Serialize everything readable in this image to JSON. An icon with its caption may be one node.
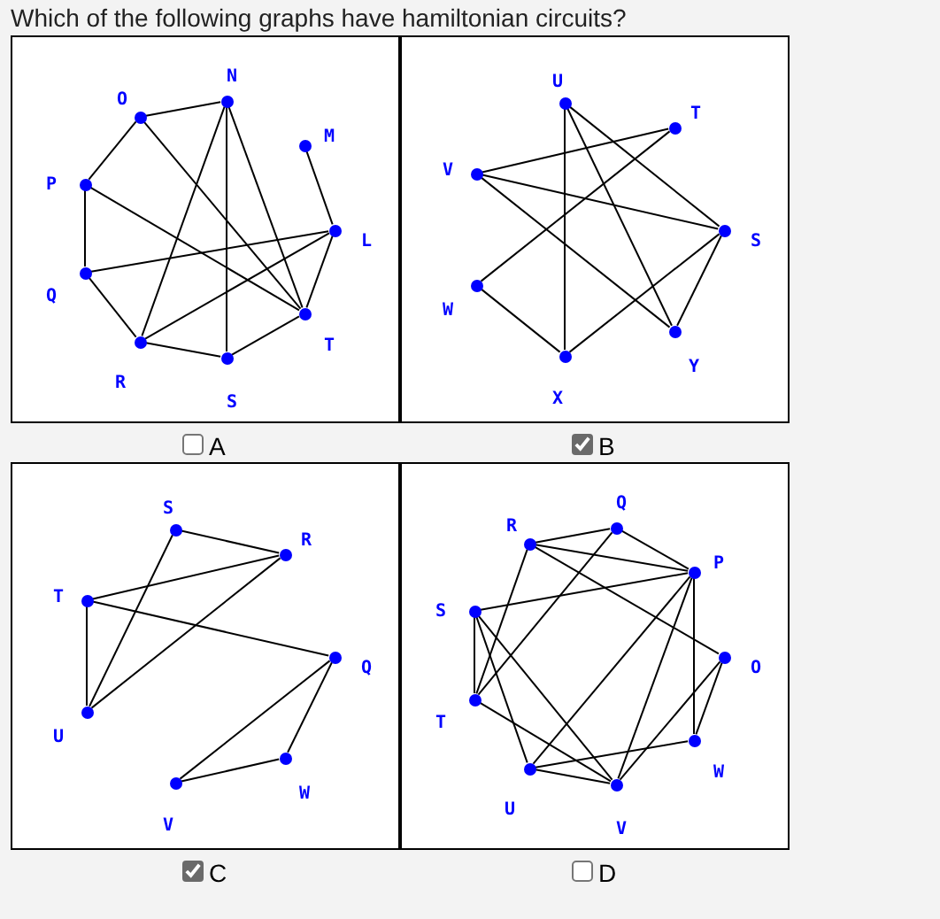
{
  "diagram": {
    "title": "Which of the following graphs have hamiltonian circuits?",
    "nodes": [
      {
        "text": [],
        "shape": "box",
        "beside": [
          "A"
        ]
      },
      {
        "text": [],
        "shape": "circle",
        "beside": [
          "N"
        ],
        "in": 0
      },
      {
        "text": [],
        "shape": "circle",
        "beside": [
          "O"
        ],
        "in": 0
      },
      {
        "text": [],
        "shape": "circle",
        "beside": [
          "M"
        ],
        "in": 0
      },
      {
        "text": [],
        "shape": "circle",
        "beside": [
          "P"
        ],
        "in": 0
      },
      {
        "text": [],
        "shape": "circle",
        "beside": [
          "L"
        ],
        "in": 0
      },
      {
        "text": [],
        "shape": "circle",
        "beside": [
          "Q"
        ],
        "in": 0
      },
      {
        "text": [],
        "shape": "circle",
        "beside": [
          "T"
        ],
        "in": 0
      },
      {
        "text": [],
        "shape": "circle",
        "beside": [
          "R"
        ],
        "in": 0
      },
      {
        "text": [],
        "shape": "circle",
        "beside": [
          "S"
        ],
        "in": 0
      },
      {
        "text": [],
        "shape": "box",
        "beside": [
          "B"
        ]
      },
      {
        "text": [],
        "shape": "circle",
        "beside": [
          "U"
        ],
        "in": 10
      },
      {
        "text": [],
        "shape": "circle",
        "beside": [
          "T"
        ],
        "in": 10
      },
      {
        "text": [],
        "shape": "circle",
        "beside": [
          "V"
        ],
        "in": 10
      },
      {
        "text": [],
        "shape": "circle",
        "beside": [
          "S"
        ],
        "in": 10
      },
      {
        "text": [],
        "shape": "circle",
        "beside": [
          "W"
        ],
        "in": 10
      },
      {
        "text": [],
        "shape": "circle",
        "beside": [
          "Y"
        ],
        "in": 10
      },
      {
        "text": [],
        "shape": "circle",
        "beside": [
          "X"
        ],
        "in": 10
      },
      {
        "text": [],
        "shape": "box",
        "beside": [
          "C"
        ]
      },
      {
        "text": [],
        "shape": "circle",
        "beside": [
          "S"
        ],
        "in": 18
      },
      {
        "text": [],
        "shape": "circle",
        "beside": [
          "R"
        ],
        "in": 18
      },
      {
        "text": [],
        "shape": "circle",
        "beside": [
          "T"
        ],
        "in": 18
      },
      {
        "text": [],
        "shape": "circle",
        "beside": [
          "Q"
        ],
        "in": 18
      },
      {
        "text": [],
        "shape": "circle",
        "beside": [
          "U"
        ],
        "in": 18
      },
      {
        "text": [],
        "shape": "circle",
        "beside": [
          "W"
        ],
        "in": 18
      },
      {
        "text": [],
        "shape": "circle",
        "beside": [
          "V"
        ],
        "in": 18
      },
      {
        "text": [],
        "shape": "box",
        "beside": [
          "D"
        ]
      },
      {
        "text": [],
        "shape": "circle",
        "beside": [
          "Q"
        ],
        "in": 26
      },
      {
        "text": [],
        "shape": "circle",
        "beside": [
          "R"
        ],
        "in": 26
      },
      {
        "text": [],
        "shape": "circle",
        "beside": [
          "P"
        ],
        "in": 26
      },
      {
        "text": [],
        "shape": "circle",
        "beside": [
          "S"
        ],
        "in": 26
      },
      {
        "text": [],
        "shape": "circle",
        "beside": [
          "O"
        ],
        "in": 26
      },
      {
        "text": [],
        "shape": "circle",
        "beside": [
          "T"
        ],
        "in": 26
      },
      {
        "text": [],
        "shape": "circle",
        "beside": [
          "W"
        ],
        "in": 26
      },
      {
        "text": [],
        "shape": "circle",
        "beside": [
          "U"
        ],
        "in": 26
      },
      {
        "text": [],
        "shape": "circle",
        "beside": [
          "V"
        ],
        "in": 26
      }
    ],
    "edges": [
      {
        "from": 2,
        "to": 1,
        "arrow": "none"
      },
      {
        "from": 1,
        "to": 9,
        "arrow": "none"
      },
      {
        "from": 1,
        "to": 8,
        "arrow": "none"
      },
      {
        "from": 1,
        "to": 7,
        "arrow": "none"
      },
      {
        "from": 2,
        "to": 4,
        "arrow": "none"
      },
      {
        "from": 2,
        "to": 7,
        "arrow": "none"
      },
      {
        "from": 4,
        "to": 6,
        "arrow": "none"
      },
      {
        "from": 4,
        "to": 7,
        "arrow": "none"
      },
      {
        "from": 6,
        "to": 5,
        "arrow": "none"
      },
      {
        "from": 6,
        "to": 8,
        "arrow": "none"
      },
      {
        "from": 8,
        "to": 5,
        "arrow": "none"
      },
      {
        "from": 8,
        "to": 9,
        "arrow": "none"
      },
      {
        "from": 9,
        "to": 7,
        "arrow": "none"
      },
      {
        "from": 7,
        "to": 5,
        "arrow": "none"
      },
      {
        "from": 3,
        "to": 5,
        "arrow": "none"
      },
      {
        "from": 11,
        "to": 17,
        "arrow": "none"
      },
      {
        "from": 11,
        "to": 14,
        "arrow": "none"
      },
      {
        "from": 11,
        "to": 16,
        "arrow": "none"
      },
      {
        "from": 13,
        "to": 12,
        "arrow": "none"
      },
      {
        "from": 13,
        "to": 14,
        "arrow": "none"
      },
      {
        "from": 13,
        "to": 16,
        "arrow": "none"
      },
      {
        "from": 12,
        "to": 15,
        "arrow": "none"
      },
      {
        "from": 15,
        "to": 17,
        "arrow": "none"
      },
      {
        "from": 17,
        "to": 14,
        "arrow": "none"
      },
      {
        "from": 14,
        "to": 16,
        "arrow": "none"
      },
      {
        "from": 19,
        "to": 20,
        "arrow": "none"
      },
      {
        "from": 19,
        "to": 23,
        "arrow": "none"
      },
      {
        "from": 21,
        "to": 20,
        "arrow": "none"
      },
      {
        "from": 21,
        "to": 23,
        "arrow": "none"
      },
      {
        "from": 21,
        "to": 22,
        "arrow": "none"
      },
      {
        "from": 23,
        "to": 20,
        "arrow": "none"
      },
      {
        "from": 22,
        "to": 25,
        "arrow": "none"
      },
      {
        "from": 22,
        "to": 24,
        "arrow": "none"
      },
      {
        "from": 25,
        "to": 24,
        "arrow": "none"
      },
      {
        "from": 28,
        "to": 27,
        "arrow": "none"
      },
      {
        "from": 28,
        "to": 29,
        "arrow": "none"
      },
      {
        "from": 28,
        "to": 31,
        "arrow": "none"
      },
      {
        "from": 28,
        "to": 32,
        "arrow": "none"
      },
      {
        "from": 27,
        "to": 29,
        "arrow": "none"
      },
      {
        "from": 27,
        "to": 32,
        "arrow": "none"
      },
      {
        "from": 29,
        "to": 30,
        "arrow": "none"
      },
      {
        "from": 29,
        "to": 33,
        "arrow": "none"
      },
      {
        "from": 29,
        "to": 34,
        "arrow": "none"
      },
      {
        "from": 29,
        "to": 35,
        "arrow": "none"
      },
      {
        "from": 30,
        "to": 32,
        "arrow": "none"
      },
      {
        "from": 30,
        "to": 34,
        "arrow": "none"
      },
      {
        "from": 30,
        "to": 35,
        "arrow": "none"
      },
      {
        "from": 32,
        "to": 35,
        "arrow": "none"
      },
      {
        "from": 31,
        "to": 33,
        "arrow": "none"
      },
      {
        "from": 31,
        "to": 35,
        "arrow": "none"
      },
      {
        "from": 34,
        "to": 33,
        "arrow": "none"
      },
      {
        "from": 34,
        "to": 35,
        "arrow": "none"
      }
    ]
  }
}
